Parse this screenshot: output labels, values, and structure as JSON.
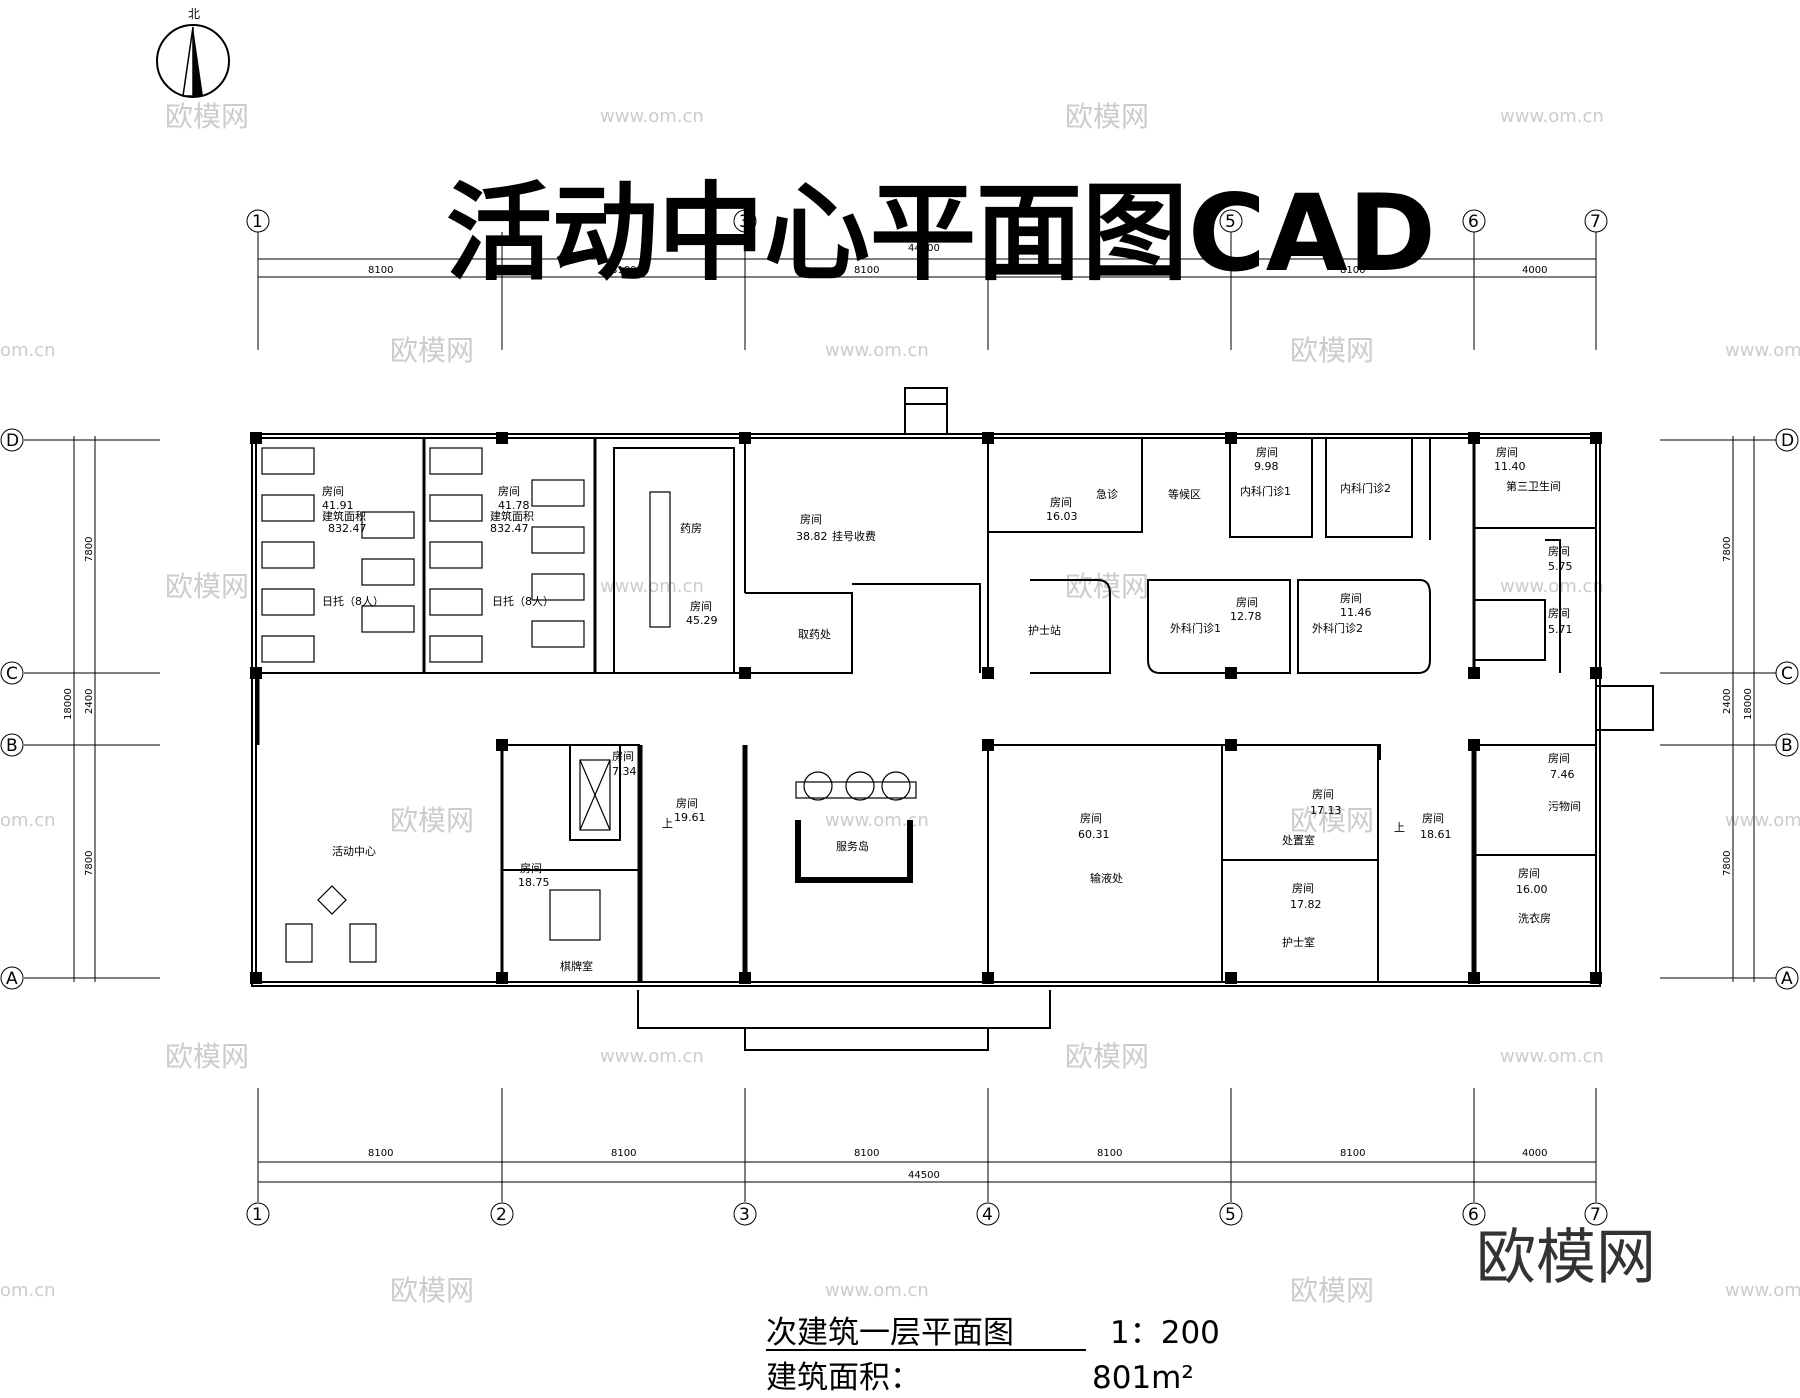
{
  "title": "活动中心平面图CAD",
  "north_label": "北",
  "brand": "欧模网",
  "watermark": {
    "logo": "欧模网",
    "url": "www.om.cn",
    "url_short": "om.cn"
  },
  "footer": {
    "drawing_name": "次建筑一层平面图",
    "scale": "1：200",
    "area_label": "建筑面积：",
    "area_value": "801m²"
  },
  "axes": {
    "columns": [
      "1",
      "2",
      "3",
      "4",
      "5",
      "6",
      "7"
    ],
    "rows": [
      "A",
      "B",
      "C",
      "D"
    ],
    "col_spans": [
      "8100",
      "8100",
      "8100",
      "8100",
      "8100",
      "4000"
    ],
    "row_spans": [
      "7800",
      "2400",
      "7800"
    ],
    "total_width": "44500",
    "total_depth": "18000"
  },
  "rooms": {
    "room_word": "房间",
    "area_word": "建筑面积",
    "daycare1_area": "41.91",
    "daycare1_total": "832.47",
    "daycare1": "日托（8人）",
    "daycare2_area": "41.78",
    "daycare2_total": "832.47",
    "daycare2": "日托（8人）",
    "pharmacy": "药房",
    "pharmacy_area": "45.29",
    "reg_area": "38.82",
    "registration": "挂号收费",
    "pickup": "取药处",
    "emergency_area": "16.03",
    "emergency": "急诊",
    "waiting": "等候区",
    "internal1_area": "9.98",
    "internal1": "内科门诊1",
    "internal2": "内科门诊2",
    "toilet3_area": "11.40",
    "toilet3": "第三卫生间",
    "wc_area1": "5.75",
    "wc_area2": "5.71",
    "nurse_station": "护士站",
    "surgical1_area": "12.78",
    "surgical1": "外科门诊1",
    "surgical2_area": "11.46",
    "surgical2": "外科门诊2",
    "activity": "活动中心",
    "elevator_area": "7.34",
    "stair1_area": "19.61",
    "chess_area": "18.75",
    "chess": "棋牌室",
    "service": "服务岛",
    "infusion_area": "60.31",
    "infusion": "输液处",
    "treatment_area": "17.13",
    "treatment": "处置室",
    "nurse_room_area": "17.82",
    "nurse_room": "护士室",
    "stair2_area": "18.61",
    "dirty_area": "7.46",
    "dirty": "污物间",
    "laundry_area": "16.00",
    "laundry": "洗衣房",
    "stair_up": "上"
  }
}
